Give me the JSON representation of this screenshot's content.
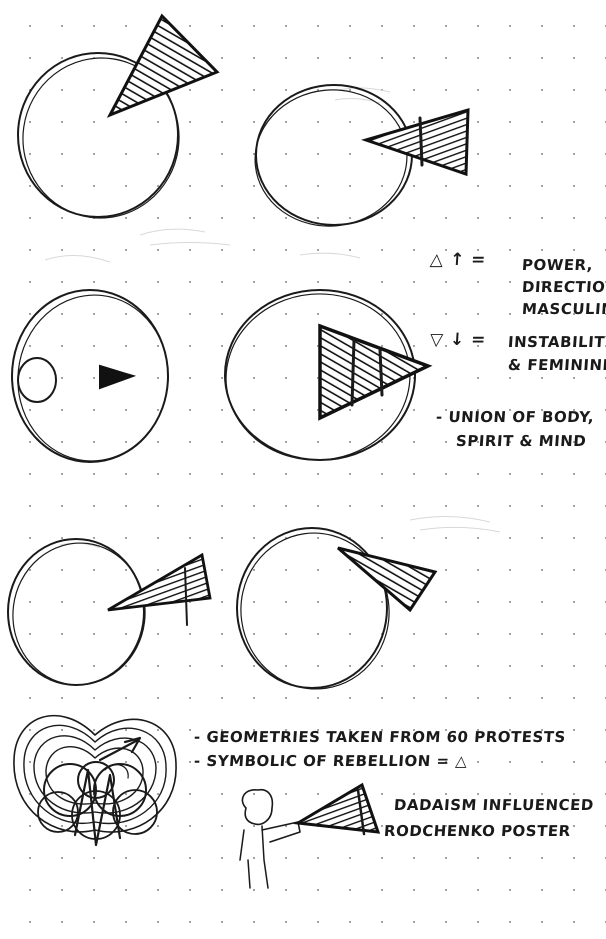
{
  "notes": {
    "up_symbols": "△ ↑ =",
    "power": "power,",
    "direction": "direction",
    "masculine": "masculine",
    "down_symbols": "▽ ↓ =",
    "instability": "instability",
    "feminine": "& feminine",
    "union_1": "- union of body,",
    "union_2": "spirit & mind",
    "geometries": "- geometries taken from 60 protests",
    "symbolic": "- symbolic of rebellion = △",
    "dadaism_1": "dadaism influenced",
    "dadaism_2": "rodchenko poster"
  },
  "colors": {
    "ink": "#1a1a1a",
    "paper": "#ffffff",
    "dot_grid": "#9a9a9a"
  }
}
